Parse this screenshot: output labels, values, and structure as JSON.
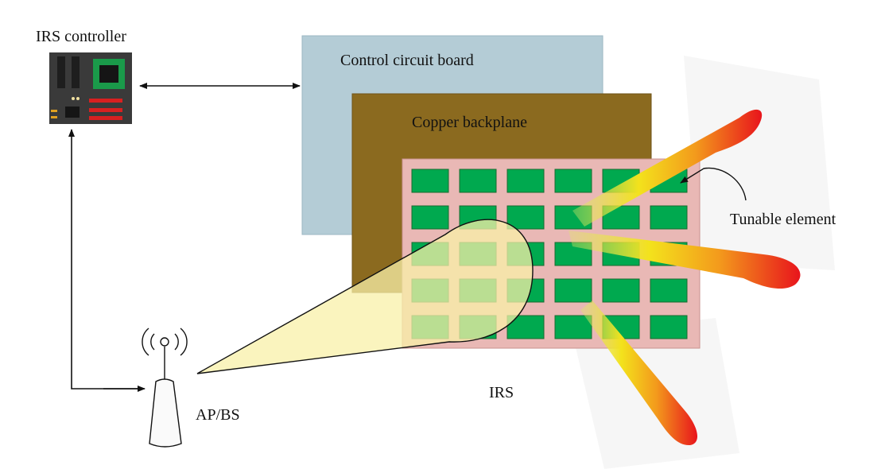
{
  "labels": {
    "controller": "IRS controller",
    "control_board": "Control circuit board",
    "copper": "Copper backplane",
    "tunable": "Tunable element",
    "irs": "IRS",
    "ap": "AP/BS"
  },
  "irs_grid": {
    "rows": 5,
    "cols": 6
  },
  "colors": {
    "control_board": "#b4ccd6",
    "copper": "#8b6a1f",
    "irs_panel": "#e9b8b5",
    "element": "#00a94f",
    "incident_beam": "#f8f0a8",
    "beam_hot": "#e8141c",
    "beam_cold": "#f0e020"
  },
  "icons": [
    "chip-board-icon",
    "antenna-tower-icon",
    "radio-waves-icon"
  ]
}
